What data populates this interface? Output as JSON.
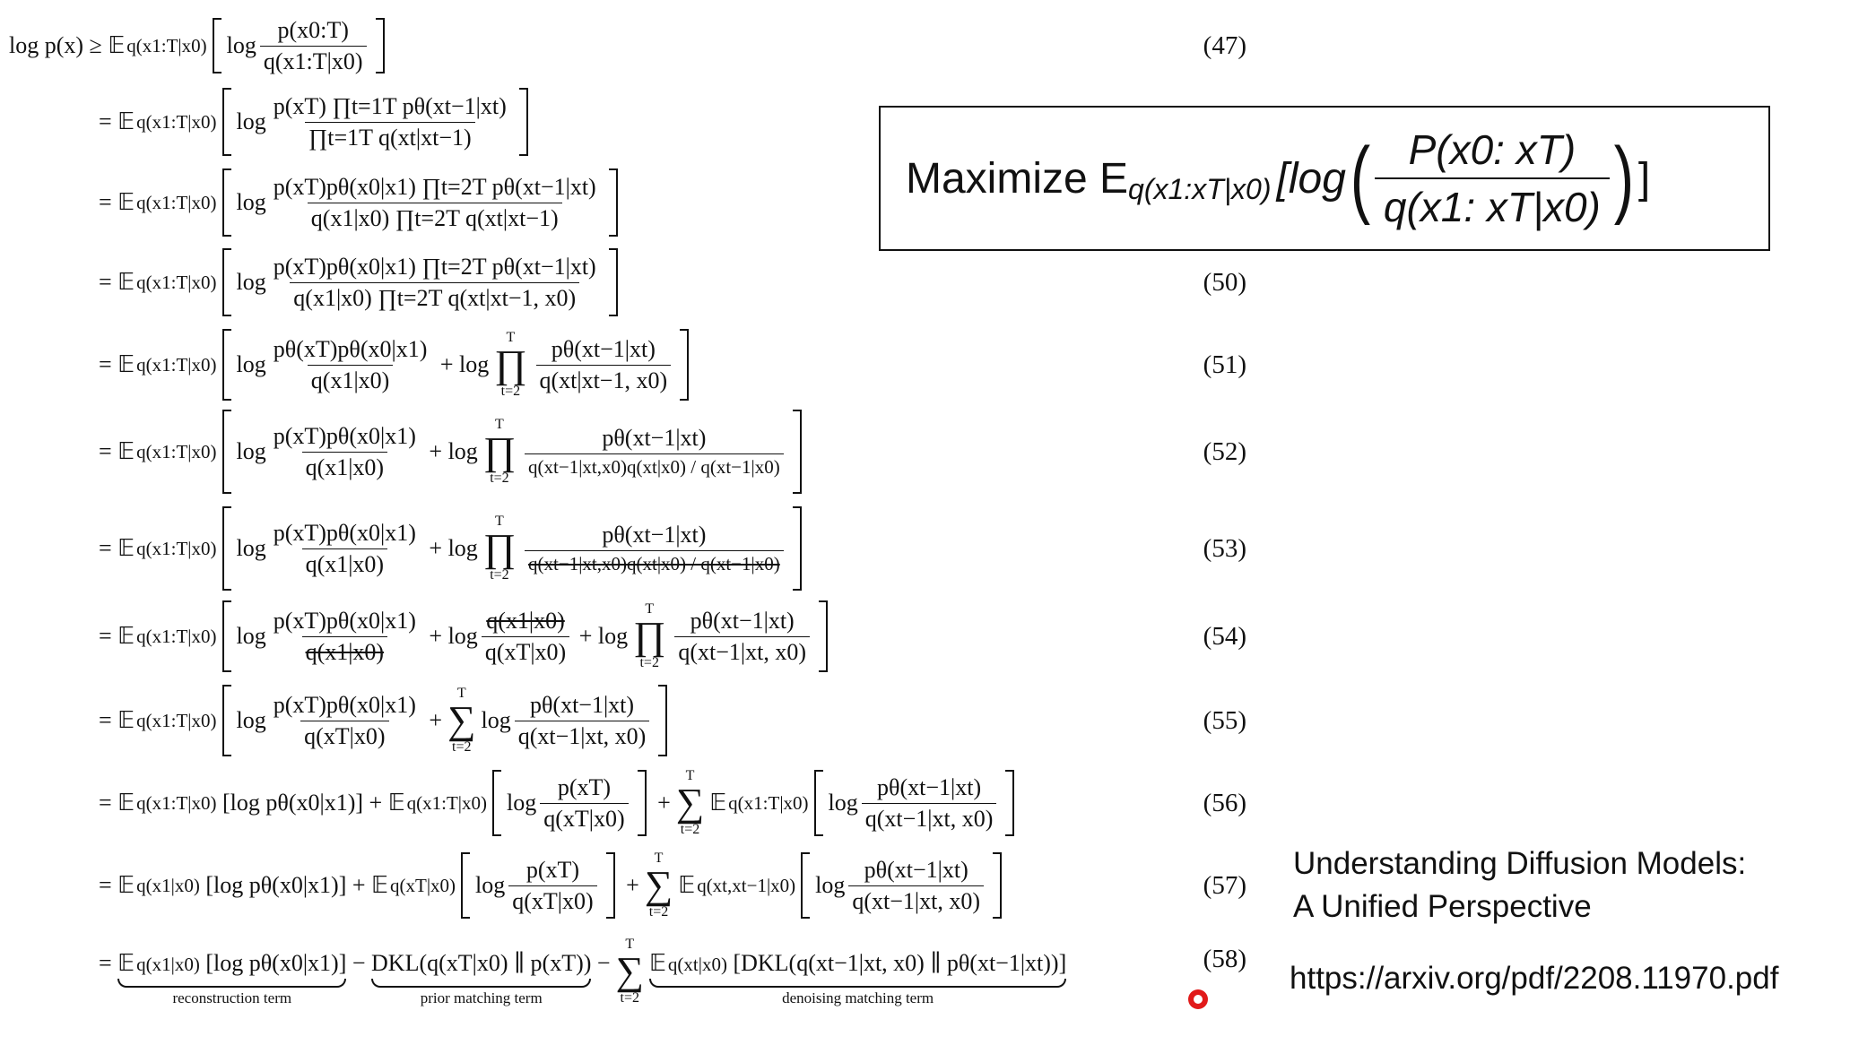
{
  "equations": [
    {
      "num": "(47)",
      "lead": "log p(x) ≥",
      "sub": "q(x1:T|x0)",
      "num_text": "p(x0:T)",
      "den_text": "q(x1:T|x0)"
    },
    {
      "num": "",
      "lead": "=",
      "sub": "q(x1:T|x0)",
      "num_text": "p(xT) ∏t=1T pθ(xt−1|xt)",
      "den_text": "∏t=1T q(xt|xt−1)"
    },
    {
      "num": "",
      "lead": "=",
      "sub": "q(x1:T|x0)",
      "num_text": "p(xT)pθ(x0|x1) ∏t=2T pθ(xt−1|xt)",
      "den_text": "q(x1|x0) ∏t=2T q(xt|xt−1)"
    },
    {
      "num": "(50)",
      "lead": "=",
      "sub": "q(x1:T|x0)",
      "num_text": "p(xT)pθ(x0|x1) ∏t=2T pθ(xt−1|xt)",
      "den_text": "q(x1|x0) ∏t=2T q(xt|xt−1, x0)"
    },
    {
      "num": "(51)",
      "lead": "=",
      "sub": "q(x1:T|x0)",
      "num_text": "pθ(xT)pθ(x0|x1)",
      "den_text": "q(x1|x0)",
      "tail_num": "pθ(xt−1|xt)",
      "tail_den": "q(xt|xt−1, x0)"
    },
    {
      "num": "(52)",
      "lead": "=",
      "sub": "q(x1:T|x0)",
      "num_text": "p(xT)pθ(x0|x1)",
      "den_text": "q(x1|x0)",
      "tail_num": "pθ(xt−1|xt)",
      "tail_den": "q(xt−1|xt,x0)q(xt|x0) / q(xt−1|x0)"
    },
    {
      "num": "(53)",
      "lead": "=",
      "sub": "q(x1:T|x0)",
      "num_text": "p(xT)pθ(x0|x1)",
      "den_text": "q(x1|x0)",
      "tail_num": "pθ(xt−1|xt)",
      "tail_den": "q(xt−1|xt,x0)q(xt|x0) / q(xt−1|x0)"
    },
    {
      "num": "(54)",
      "lead": "=",
      "sub": "q(x1:T|x0)",
      "num_text": "p(xT)pθ(x0|x1)",
      "den_text": "q(x1|x0)",
      "mid_num": "q(x1|x0)",
      "mid_den": "q(xT|x0)",
      "tail_num": "pθ(xt−1|xt)",
      "tail_den": "q(xt−1|xt, x0)"
    },
    {
      "num": "(55)",
      "lead": "=",
      "sub": "q(x1:T|x0)",
      "num_text": "p(xT)pθ(x0|x1)",
      "den_text": "q(xT|x0)",
      "tail_num": "pθ(xt−1|xt)",
      "tail_den": "q(xt−1|xt, x0)"
    },
    {
      "num": "(56)",
      "lead": "=",
      "sub": "q(x1:T|x0)",
      "part1": "[log pθ(x0|x1)] +",
      "sub2": "q(x1:T|x0)",
      "num_text": "p(xT)",
      "den_text": "q(xT|x0)",
      "sub3": "q(x1:T|x0)",
      "tail_num": "pθ(xt−1|xt)",
      "tail_den": "q(xt−1|xt, x0)"
    },
    {
      "num": "(57)",
      "lead": "=",
      "sub": "q(x1|x0)",
      "part1": "[log pθ(x0|x1)] +",
      "sub2": "q(xT|x0)",
      "num_text": "p(xT)",
      "den_text": "q(xT|x0)",
      "sub3": "q(xt,xt−1|x0)",
      "tail_num": "pθ(xt−1|xt)",
      "tail_den": "q(xt−1|xt, x0)"
    },
    {
      "num": "(58)",
      "lead": "=",
      "sub": "q(x1|x0)",
      "recon": "[log pθ(x0|x1)]",
      "prior": "DKL(q(xT|x0) ∥ p(xT))",
      "sub3": "q(xt|x0)",
      "denoise": "[DKL(q(xt−1|xt, x0) ∥ pθ(xt−1|xt))]",
      "labels": {
        "recon": "reconstruction term",
        "prior": "prior matching term",
        "denoise": "denoising matching term"
      }
    }
  ],
  "callout": {
    "prefix": "Maximize E",
    "sub": "q(x1:xT|x0)",
    "open": "[log",
    "num": "P(x0: xT)",
    "den": "q(x1: xT|x0)",
    "close": "]"
  },
  "reference": {
    "title_line1": "Understanding Diffusion Models:",
    "title_line2": "A Unified Perspective",
    "url": "https://arxiv.org/pdf/2208.11970.pdf"
  },
  "colors": {
    "cursor": "#e11a1a"
  }
}
